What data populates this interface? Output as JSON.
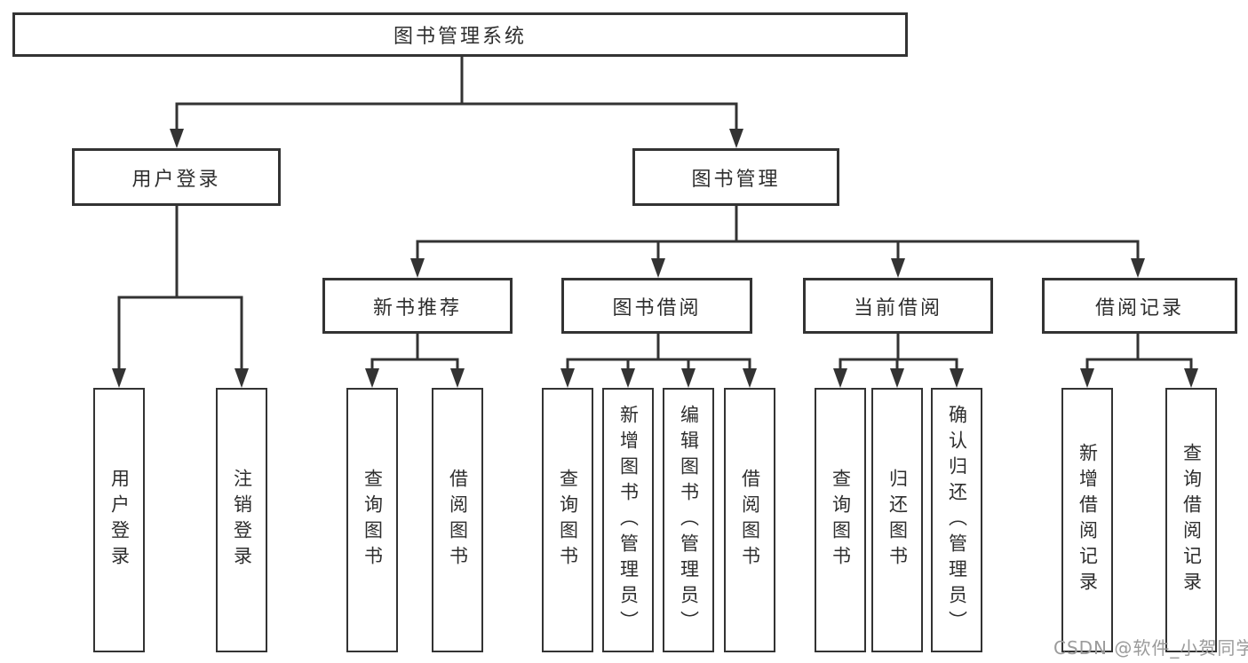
{
  "diagram": {
    "type": "hierarchy-tree",
    "root": {
      "label": "图书管理系统"
    },
    "level2": [
      {
        "label": "用户登录"
      },
      {
        "label": "图书管理"
      }
    ],
    "level3": [
      {
        "label": "新书推荐"
      },
      {
        "label": "图书借阅"
      },
      {
        "label": "当前借阅"
      },
      {
        "label": "借阅记录"
      }
    ],
    "leaves": [
      {
        "label": "用户登录",
        "parent": "用户登录"
      },
      {
        "label": "注销登录",
        "parent": "用户登录"
      },
      {
        "label": "查询图书",
        "parent": "新书推荐"
      },
      {
        "label": "借阅图书",
        "parent": "新书推荐"
      },
      {
        "label": "查询图书",
        "parent": "图书借阅"
      },
      {
        "label": "新增图书（管理员）",
        "parent": "图书借阅"
      },
      {
        "label": "编辑图书（管理员）",
        "parent": "图书借阅"
      },
      {
        "label": "借阅图书",
        "parent": "图书借阅"
      },
      {
        "label": "查询图书",
        "parent": "当前借阅"
      },
      {
        "label": "归还图书",
        "parent": "当前借阅"
      },
      {
        "label": "确认归还（管理员）",
        "parent": "当前借阅"
      },
      {
        "label": "新增借阅记录",
        "parent": "借阅记录"
      },
      {
        "label": "查询借阅记录",
        "parent": "借阅记录"
      }
    ],
    "watermark": "CSDN @软件_小贺同学",
    "colors": {
      "line": "#333333",
      "text": "#2e2e2e",
      "watermark": "#9b9b9b",
      "background": "#ffffff"
    }
  }
}
